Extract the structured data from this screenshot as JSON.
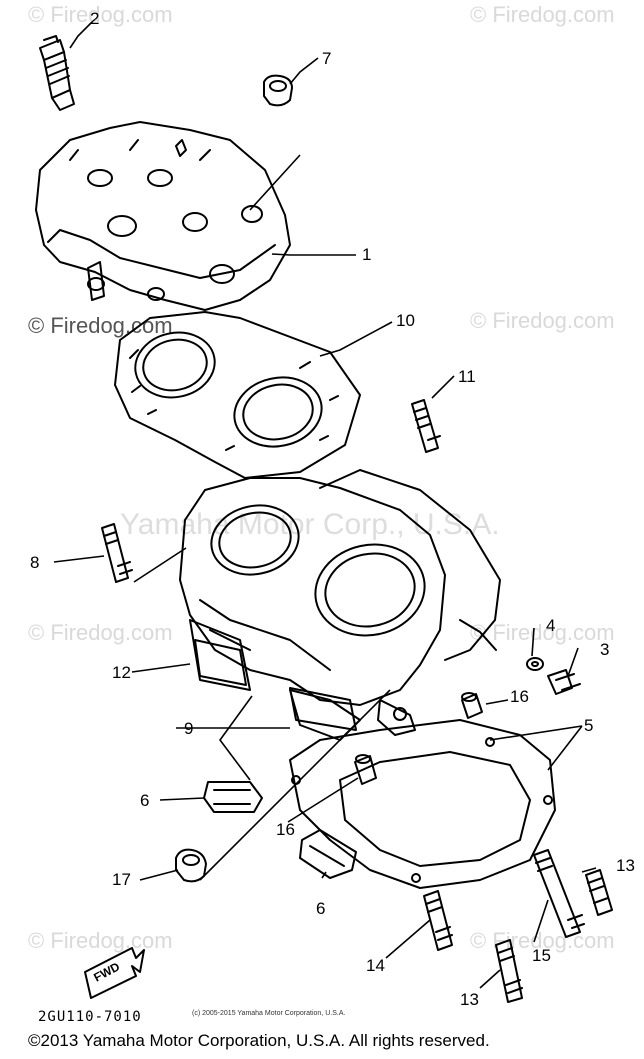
{
  "watermarks": {
    "tl": "© Firedog.com",
    "tr": "© Firedog.com",
    "ml": "© Firedog.com",
    "mr": "© Firedog.com",
    "lm": "© Firedog.com",
    "rm": "© Firedog.com",
    "bl": "© Firedog.com",
    "br": "© Firedog.com",
    "center": "Yamaha Motor Corp., U.S.A."
  },
  "callouts": [
    "1",
    "2",
    "3",
    "4",
    "5",
    "6",
    "6",
    "7",
    "8",
    "9",
    "10",
    "11",
    "12",
    "13",
    "13",
    "14",
    "15",
    "16",
    "16",
    "17"
  ],
  "drawing_code": "2GU110-7010",
  "fwd_label": "FWD",
  "tiny_copyright": "(c) 2005-2015 Yamaha Motor Corporation, U.S.A.",
  "footer": "©2013 Yamaha Motor Corporation, U.S.A. All rights reserved."
}
